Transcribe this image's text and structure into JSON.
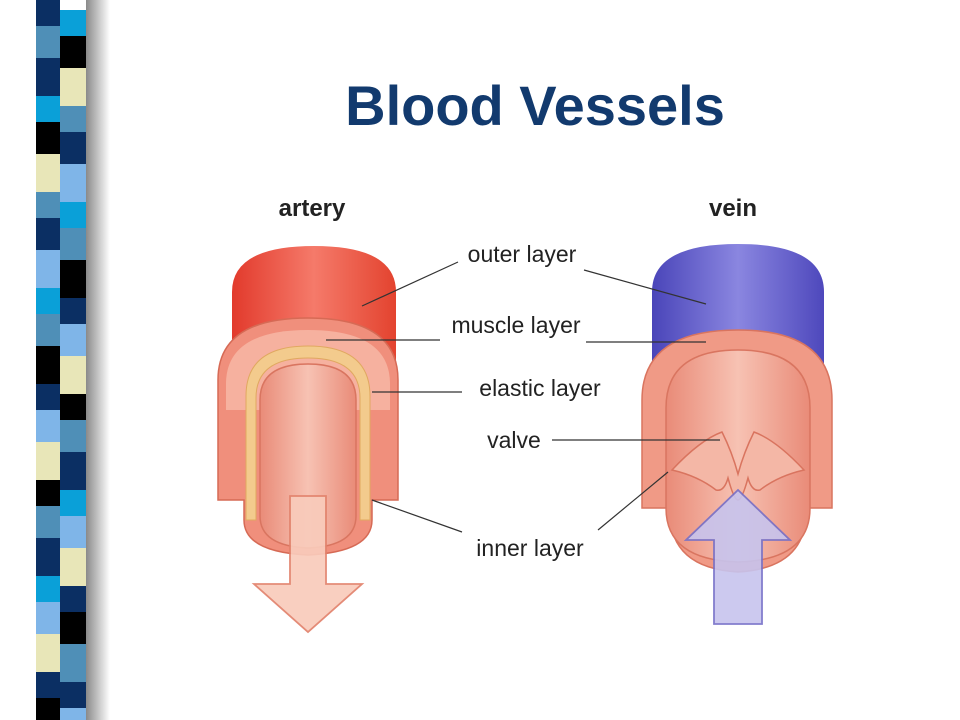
{
  "slide": {
    "title": "Blood Vessels",
    "title_color": "#123a6e"
  },
  "sidebar": {
    "stripe_colors": [
      "#0b2f63",
      "#4f8fb7",
      "#0aa0d8",
      "#e8e6b8",
      "#000000",
      "#7fb5e8"
    ]
  },
  "diagram": {
    "artery_label": "artery",
    "vein_label": "vein",
    "layers": {
      "outer": "outer layer",
      "muscle": "muscle layer",
      "elastic": "elastic layer",
      "valve": "valve",
      "inner": "inner layer"
    },
    "colors": {
      "artery_outer": "#e8453c",
      "artery_inner": "#f3a58f",
      "elastic": "#f2c98a",
      "vein_outer": "#5b56c8",
      "vein_inner": "#f0a08a",
      "artery_arrow": "#f8c6b4",
      "vein_arrow": "#c6c3ec"
    }
  }
}
